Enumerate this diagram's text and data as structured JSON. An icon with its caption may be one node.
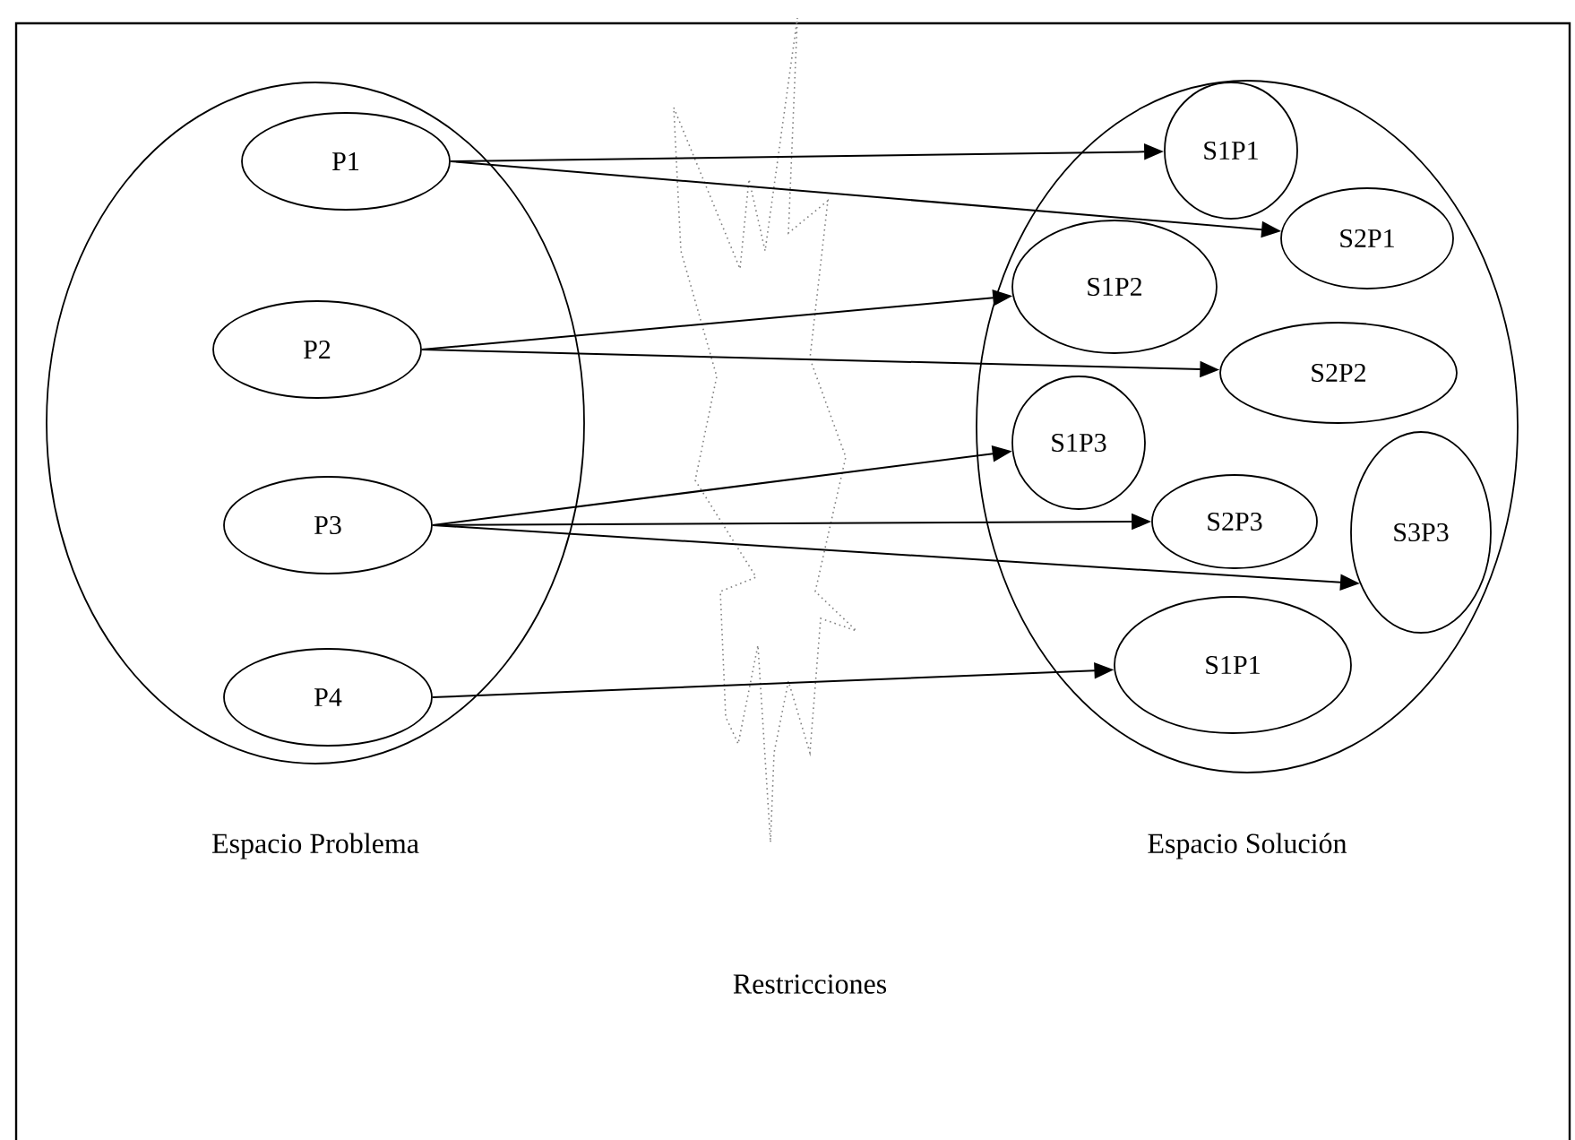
{
  "diagram": {
    "nodes": [
      {
        "text": [
          "Espacio Problema"
        ]
      },
      {
        "text": [
          "P1"
        ],
        "in": 0
      },
      {
        "text": [
          "P2"
        ],
        "in": 0
      },
      {
        "text": [
          "P3"
        ],
        "in": 0
      },
      {
        "text": [
          "P4"
        ],
        "in": 0
      },
      {
        "text": [
          "Espacio Solución"
        ]
      },
      {
        "text": [
          "S1P1"
        ],
        "in": 5
      },
      {
        "text": [
          "S2P1"
        ],
        "in": 5
      },
      {
        "text": [
          "S1P2"
        ],
        "in": 5
      },
      {
        "text": [
          "S2P2"
        ],
        "in": 5
      },
      {
        "text": [
          "S1P3"
        ],
        "in": 5
      },
      {
        "text": [
          "S2P3"
        ],
        "in": 5
      },
      {
        "text": [
          "S3P3"
        ],
        "in": 5
      },
      {
        "text": [
          "S1P1"
        ],
        "in": 5
      }
    ],
    "edges": [
      {
        "from": 1,
        "to": 6,
        "arrow": "to"
      },
      {
        "from": 1,
        "to": 7,
        "arrow": "to"
      },
      {
        "from": 2,
        "to": 8,
        "arrow": "to"
      },
      {
        "from": 2,
        "to": 9,
        "arrow": "to"
      },
      {
        "from": 3,
        "to": 10,
        "arrow": "to"
      },
      {
        "from": 3,
        "to": 11,
        "arrow": "to"
      },
      {
        "from": 3,
        "to": 12,
        "arrow": "to"
      },
      {
        "from": 4,
        "to": 13,
        "arrow": "to"
      }
    ],
    "labels": [
      "Restricciones"
    ]
  }
}
